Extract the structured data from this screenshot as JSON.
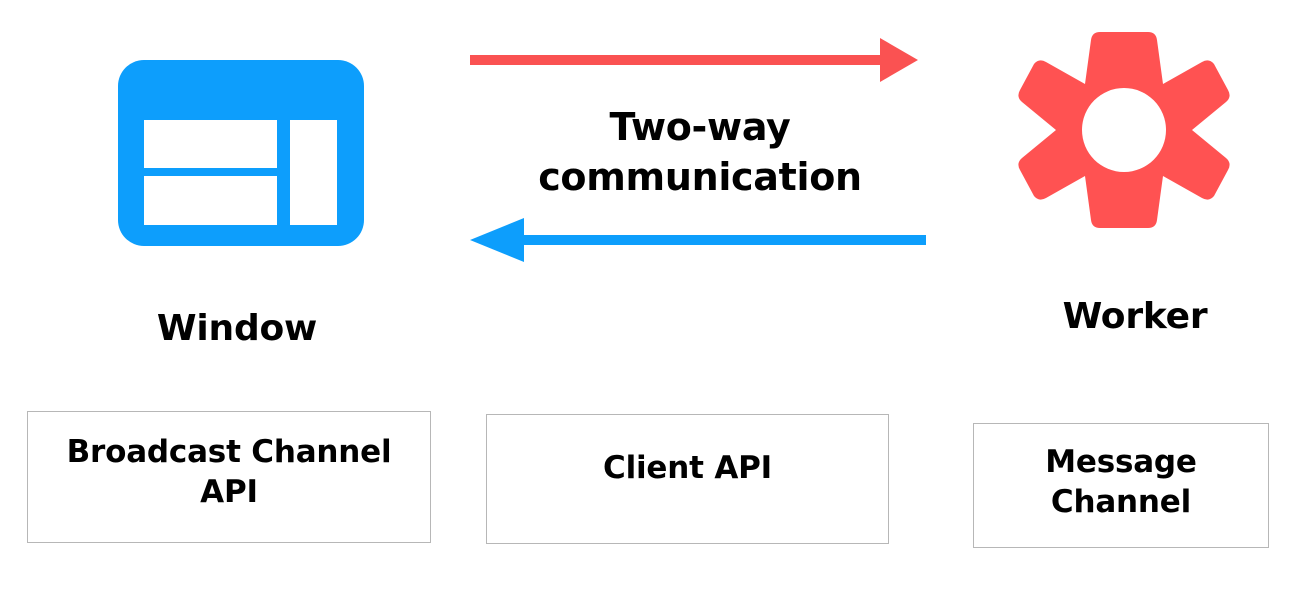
{
  "diagram": {
    "title_caption": {
      "line1": "Two-way",
      "line2": "communication"
    },
    "nodes": [
      {
        "id": "window",
        "label": "Window",
        "icon": "browser-window-icon",
        "color": "#0D9EFC"
      },
      {
        "id": "worker",
        "label": "Worker",
        "icon": "gear-icon",
        "color": "#FF5252"
      }
    ],
    "arrows": [
      {
        "id": "window-to-worker",
        "direction": "right",
        "color": "#FA5252"
      },
      {
        "id": "worker-to-window",
        "direction": "left",
        "color": "#0D9EFC"
      }
    ],
    "api_boxes": [
      {
        "id": "broadcast-channel-api",
        "label": "Broadcast Channel\nAPI"
      },
      {
        "id": "client-api",
        "label": "Client API"
      },
      {
        "id": "message-channel",
        "label": "Message\nChannel"
      }
    ],
    "colors": {
      "blue": "#0D9EFC",
      "red": "#FF5252",
      "box_border": "#b7b7b7",
      "text": "#000000",
      "background": "#ffffff"
    }
  }
}
